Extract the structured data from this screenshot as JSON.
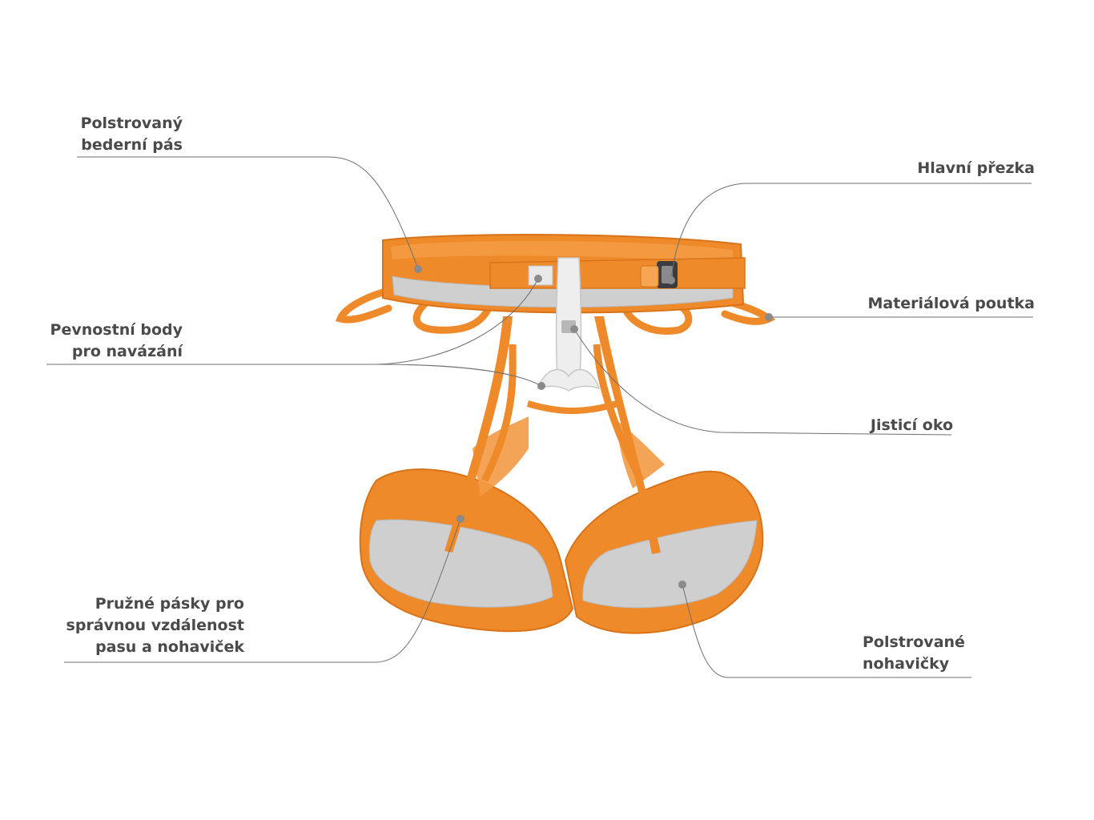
{
  "colors": {
    "orange": "#ee8a2a",
    "orange_dark": "#d8731a",
    "orange_light": "#f6a552",
    "gray_padding": "#cfcfd0",
    "gray_dark": "#b9b9bb",
    "leader_line": "#6f6f6f",
    "dot": "#8a8a8a",
    "text": "#4a4a4a",
    "white_strap": "#eeeeee"
  },
  "labels": {
    "waist_belt": {
      "line1": "Polstrovaný",
      "line2": "bederní pás"
    },
    "main_buckle": {
      "line1": "Hlavní přezka"
    },
    "gear_loops": {
      "line1": "Materiálová poutka"
    },
    "tie_in_points": {
      "line1": "Pevnostní body",
      "line2": "pro navázání"
    },
    "belay_loop": {
      "line1": "Jisticí oko"
    },
    "elastic_straps": {
      "line1": "Pružné pásky pro",
      "line2": "správnou vzdálenost",
      "line3": "pasu a nohaviček"
    },
    "leg_loops": {
      "line1": "Polstrované",
      "line2": "nohavičky"
    }
  }
}
